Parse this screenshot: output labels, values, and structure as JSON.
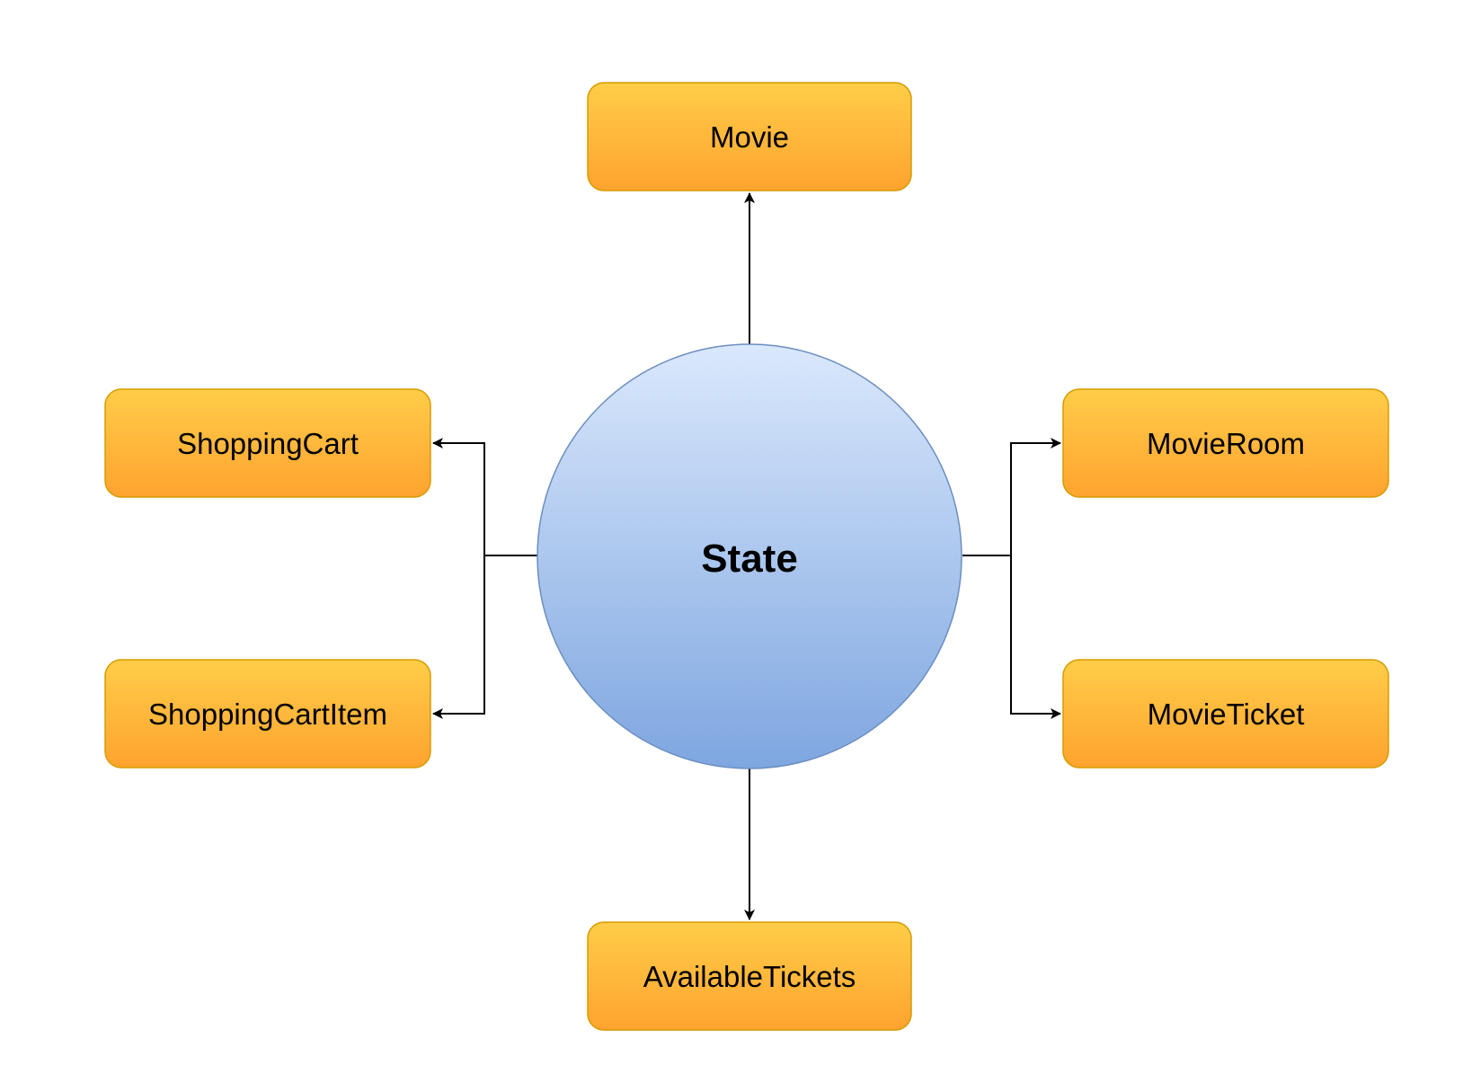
{
  "diagram": {
    "center": {
      "label": "State"
    },
    "nodes": [
      {
        "id": "movie",
        "label": "Movie"
      },
      {
        "id": "shopping-cart",
        "label": "ShoppingCart"
      },
      {
        "id": "shopping-cart-item",
        "label": "ShoppingCartItem"
      },
      {
        "id": "movie-room",
        "label": "MovieRoom"
      },
      {
        "id": "movie-ticket",
        "label": "MovieTicket"
      },
      {
        "id": "available-tickets",
        "label": "AvailableTickets"
      }
    ],
    "edges": [
      {
        "from": "State",
        "to": "Movie"
      },
      {
        "from": "State",
        "to": "ShoppingCart"
      },
      {
        "from": "State",
        "to": "ShoppingCartItem"
      },
      {
        "from": "State",
        "to": "MovieRoom"
      },
      {
        "from": "State",
        "to": "MovieTicket"
      },
      {
        "from": "State",
        "to": "AvailableTickets"
      }
    ],
    "colors": {
      "node_fill_top": "#ffcd48",
      "node_fill_bottom": "#ffa32f",
      "node_border": "#d79b00",
      "center_fill_top": "#dae8fc",
      "center_fill_bottom": "#7ea6e0",
      "center_border": "#6c8ebf",
      "edge": "#000000"
    }
  }
}
